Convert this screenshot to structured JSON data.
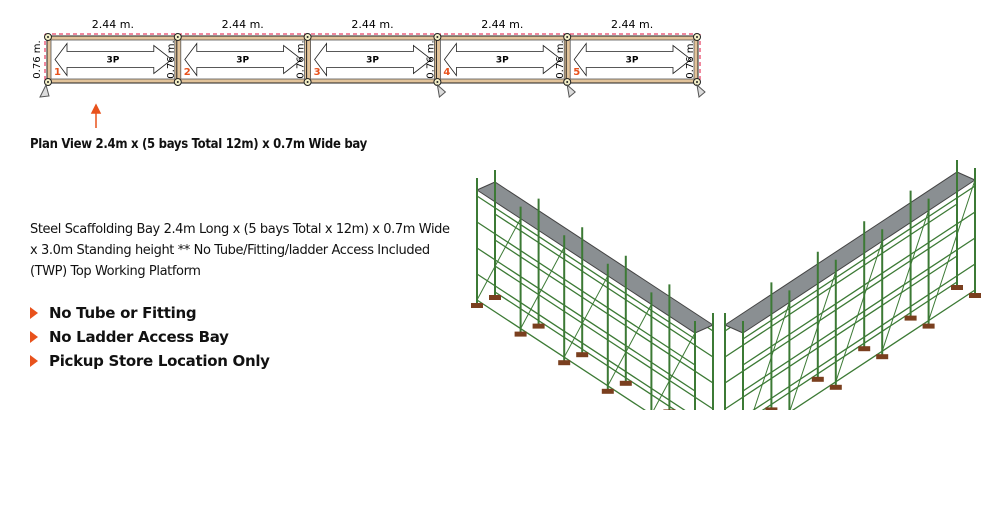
{
  "plan": {
    "bays": [
      {
        "number": "1",
        "length": "2.44 m.",
        "load": "3P"
      },
      {
        "number": "2",
        "length": "2.44 m.",
        "load": "3P"
      },
      {
        "number": "3",
        "length": "2.44 m.",
        "load": "3P"
      },
      {
        "number": "4",
        "length": "2.44 m.",
        "load": "3P"
      },
      {
        "number": "5",
        "length": "2.44 m.",
        "load": "3P"
      }
    ],
    "width_label": "0.76 m."
  },
  "caption": "Plan View 2.4m x (5 bays Total 12m) x 0.7m Wide bay",
  "description": "Steel Scaffolding Bay 2.4m Long x (5 bays Total x 12m) x 0.7m Wide x 3.0m Standing height ** No Tube/Fitting/ladder Access Included (TWP) Top Working Platform",
  "features": [
    "No Tube or Fitting",
    "No Ladder Access Bay",
    "Pickup Store Location Only"
  ],
  "colors": {
    "accent": "#e8521c",
    "frame": "#2e6b2a",
    "plank": "#e2c39a"
  }
}
